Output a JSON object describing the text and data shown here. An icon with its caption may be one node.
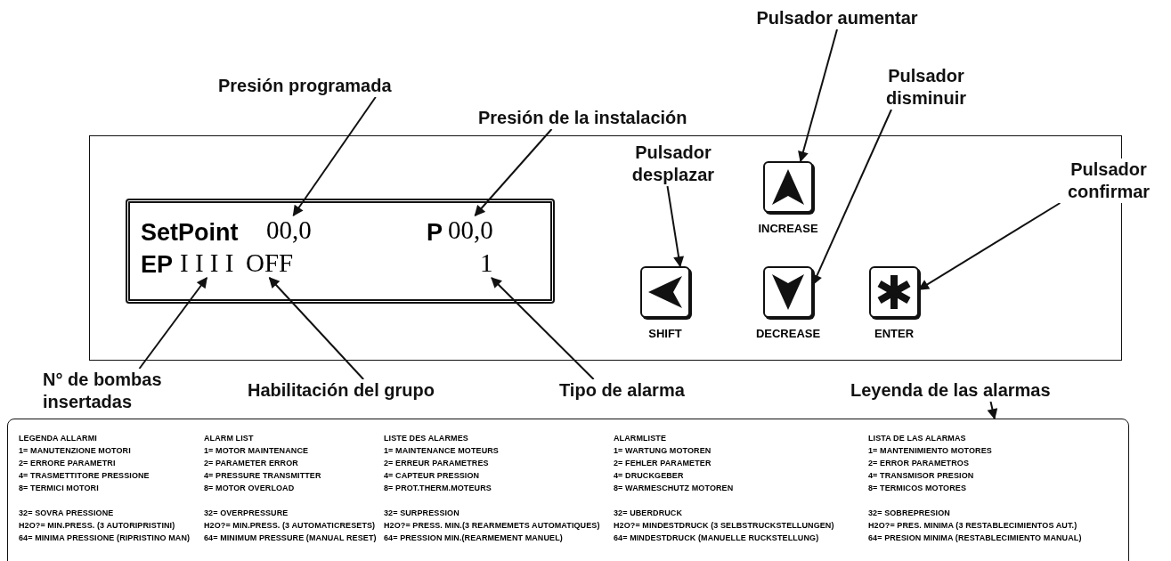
{
  "diagram": {
    "nodes": [
      {
        "text": [],
        "shape": "box"
      },
      {
        "text": [],
        "shape": "box",
        "in": 0
      },
      {
        "text": [
          "SetPoint"
        ],
        "in": 1
      },
      {
        "text": [
          "00,0"
        ],
        "in": 1
      },
      {
        "text": [
          "P"
        ],
        "in": 1
      },
      {
        "text": [
          "00,0"
        ],
        "in": 1
      },
      {
        "text": [
          "EP"
        ],
        "in": 1
      },
      {
        "text": [
          "I I I I"
        ],
        "in": 1
      },
      {
        "text": [
          "OFF"
        ],
        "in": 1
      },
      {
        "text": [
          "1"
        ],
        "in": 1
      },
      {
        "text": [
          "INCREASE"
        ],
        "in": 0
      },
      {
        "text": [
          "SHIFT"
        ],
        "in": 0
      },
      {
        "text": [
          "DECREASE"
        ],
        "in": 0
      },
      {
        "text": [
          "ENTER"
        ],
        "in": 0
      },
      {
        "text": [
          "Pulsador aumentar"
        ]
      },
      {
        "text": [
          "Presión programada"
        ]
      },
      {
        "text": [
          "Presión de la instalación"
        ]
      },
      {
        "text": [
          "Pulsador disminuir"
        ]
      },
      {
        "text": [
          "Pulsador desplazar"
        ],
        "in": 0
      },
      {
        "text": [
          "Pulsador confirmar"
        ]
      },
      {
        "text": [
          "N° de bombas insertadas"
        ]
      },
      {
        "text": [
          "Habilitación del grupo"
        ]
      },
      {
        "text": [
          "Tipo de alarma"
        ]
      },
      {
        "text": [
          "Leyenda de las alarmas"
        ]
      },
      {
        "text": [
          "LEGENDA ALLARMI",
          "1= MANUTENZIONE MOTORI",
          "2= ERRORE PARAMETRI",
          "4= TRASMETTITORE PRESSIONE",
          "8= TERMICI MOTORI",
          "32= SOVRA PRESSIONE",
          "H2O?= MIN.PRESS. (3 AUTORIPRISTINI)",
          "64= MINIMA PRESSIONE (RIPRISTINO MAN)",
          "ALARM LIST",
          "1= MOTOR MAINTENANCE",
          "2= PARAMETER ERROR",
          "4= PRESSURE TRANSMITTER",
          "8= MOTOR OVERLOAD",
          "32= OVERPRESSURE",
          "H2O?= MIN.PRESS. (3 AUTOMATICRESETS)",
          "64= MINIMUM PRESSURE (MANUAL RESET)",
          "LISTE DES ALARMES",
          "1= MAINTENANCE MOTEURS",
          "2= ERREUR PARAMETRES",
          "4= CAPTEUR PRESSION",
          "8= PROT.THERM.MOTEURS",
          "32= SURPRESSION",
          "H2O?= PRESS. MIN.(3 REARMEMETS AUTOMATIQUES)",
          "64= PRESSION MIN.(REARMEMENT MANUEL)",
          "ALARMLISTE",
          "1= WARTUNG MOTOREN",
          "2= FEHLER PARAMETER",
          "4= DRUCKGEBER",
          "8= WARMESCHUTZ MOTOREN",
          "32= UBERDRUCK",
          "H2O?= MINDESTDRUCK (3 SELBSTRUCKSTELLUNGEN)",
          "64= MINDESTDRUCK (MANUELLE RUCKSTELLUNG)",
          "LISTA DE LAS ALARMAS",
          "1= MANTENIMIENTO MOTORES",
          "2= ERROR PARAMETROS",
          "4= TRANSMISOR PRESION",
          "8= TERMICOS MOTORES",
          "32= SOBREPRESION",
          "H2O?= PRES. MINIMA (3 RESTABLECIMIENTOS AUT.)",
          "64= PRESION MINIMA (RESTABLECIMIENTO MANUAL)"
        ]
      }
    ],
    "edges": [
      {
        "from": 14,
        "to": 10,
        "arrow": "to"
      },
      {
        "from": 15,
        "to": 3,
        "arrow": "to"
      },
      {
        "from": 16,
        "to": 5,
        "arrow": "to"
      },
      {
        "from": 17,
        "to": 12,
        "arrow": "to"
      },
      {
        "from": 18,
        "to": 11,
        "arrow": "to"
      },
      {
        "from": 19,
        "to": 13,
        "arrow": "to"
      },
      {
        "from": 20,
        "to": 7,
        "arrow": "to"
      },
      {
        "from": 21,
        "to": 8,
        "arrow": "to"
      },
      {
        "from": 22,
        "to": 9,
        "arrow": "to"
      },
      {
        "from": 23,
        "to": 24,
        "arrow": "to"
      }
    ]
  }
}
